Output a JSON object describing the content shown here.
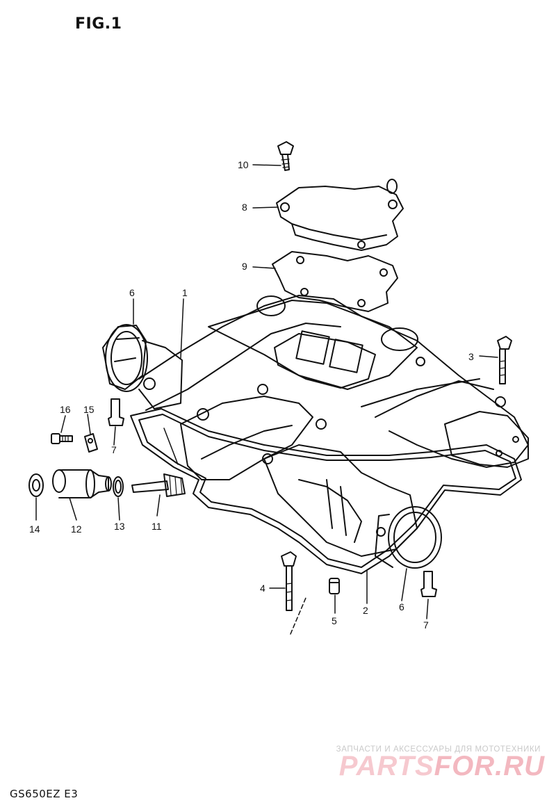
{
  "figure": {
    "title": "FIG.1",
    "model_code": "GS650EZ  E3"
  },
  "watermark": {
    "subtitle": "ЗАПЧАСТИ И АКСЕССУАРЫ ДЛЯ МОТОТЕХНИКИ",
    "brand_left": "PARTS",
    "brand_right": "FOR.RU",
    "color": "#f6c9cf"
  },
  "callouts": {
    "c1": "1",
    "c2": "2",
    "c3": "3",
    "c4": "4",
    "c5": "5",
    "c6a": "6",
    "c6b": "6",
    "c7a": "7",
    "c7b": "7",
    "c8": "8",
    "c9": "9",
    "c10": "10",
    "c11": "11",
    "c12": "12",
    "c13": "13",
    "c14": "14",
    "c15": "15",
    "c16": "16"
  },
  "colors": {
    "ink": "#111111",
    "paper": "#ffffff"
  }
}
